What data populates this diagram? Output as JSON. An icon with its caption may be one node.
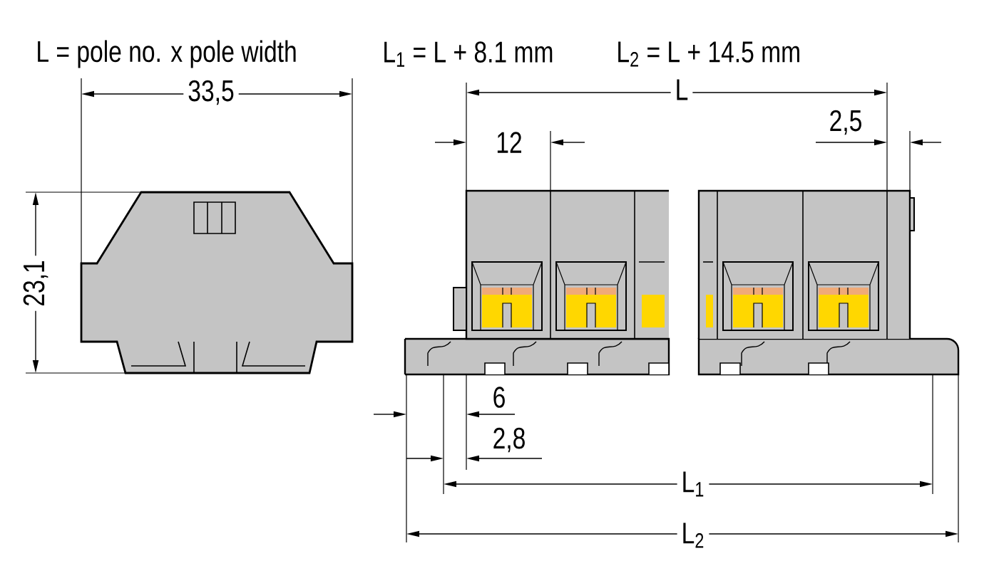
{
  "diagram": {
    "labels": [
      "L = pole no. x pole width",
      "L$_{1}$ = L + 8.1 mm",
      "L$_{2}$ = L + 14.5 mm",
      "33,5",
      "23,1",
      "L",
      "12",
      "2,5",
      "6",
      "2,8",
      "L$_{1}$",
      "L$_{2}$"
    ]
  }
}
